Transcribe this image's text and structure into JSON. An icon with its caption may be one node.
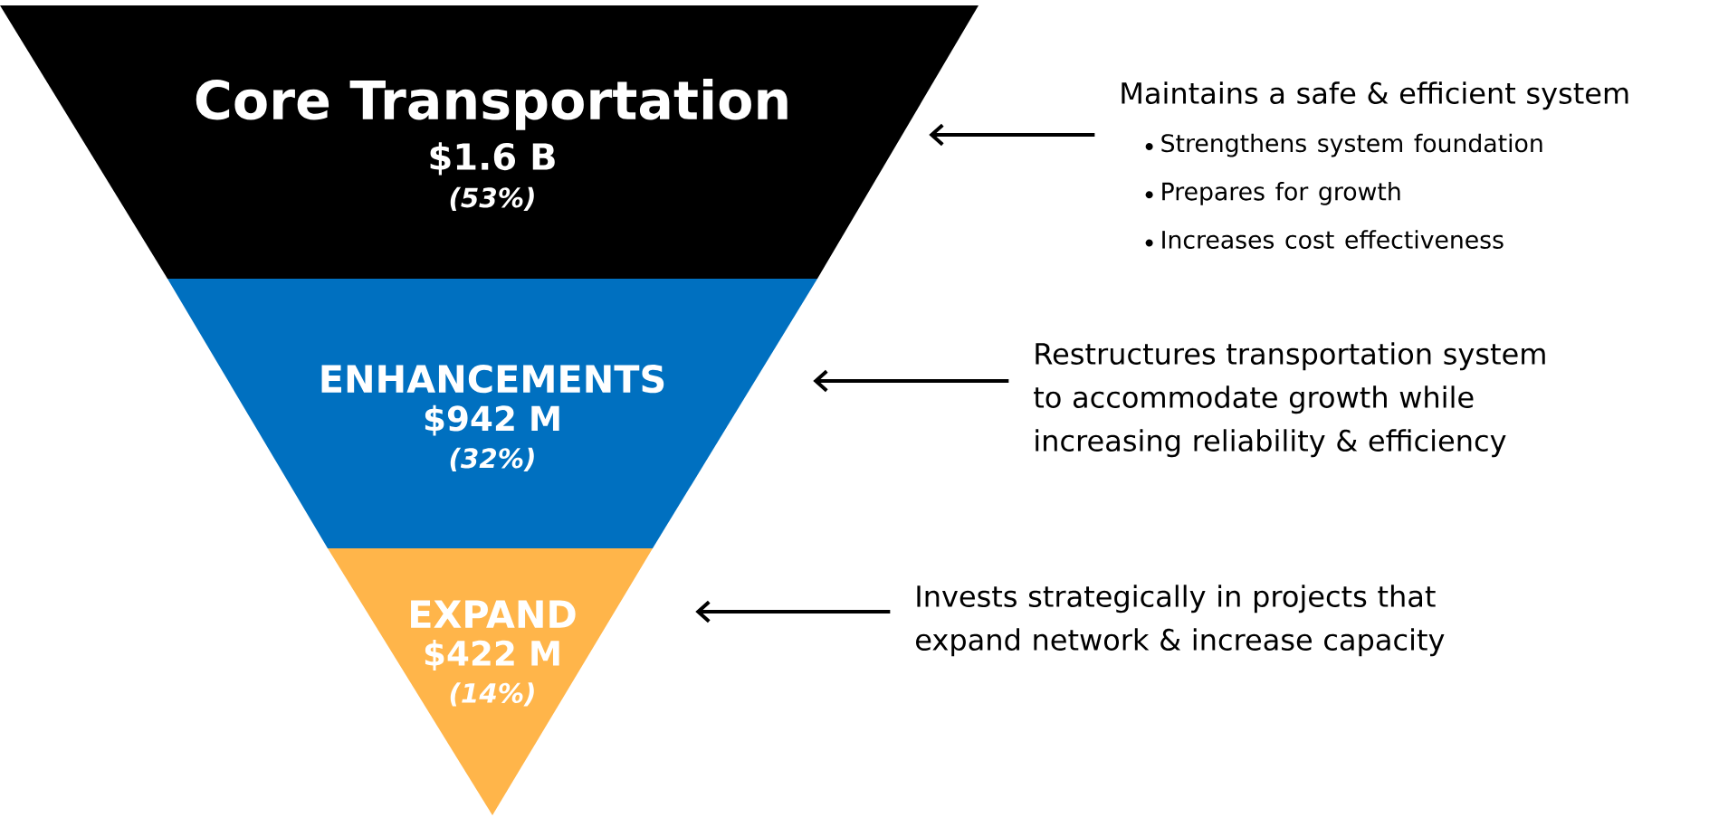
{
  "diagram": {
    "nodes": [
      {
        "text": [
          "Core Transportation",
          "$1.6 B",
          "(53%)"
        ]
      },
      {
        "text": [
          "ENHANCEMENTS",
          "$942 M",
          "(32%)"
        ]
      },
      {
        "text": [
          "EXPAND",
          "$422 M",
          "(14%)"
        ]
      },
      {
        "text": [
          "Maintains a safe & efficient system",
          "Strengthens system foundation",
          "Prepares for growth",
          "Increases cost effectiveness"
        ]
      },
      {
        "text": [
          "Restructures transportation system to accommodate growth while increasing reliability & efficiency"
        ]
      },
      {
        "text": [
          "Invests strategically in projects that expand network & increase capacity"
        ]
      }
    ],
    "edges": [
      {
        "from": 3,
        "to": 0,
        "arrow": "to"
      },
      {
        "from": 4,
        "to": 1,
        "arrow": "to"
      },
      {
        "from": 5,
        "to": 2,
        "arrow": "to"
      }
    ]
  }
}
